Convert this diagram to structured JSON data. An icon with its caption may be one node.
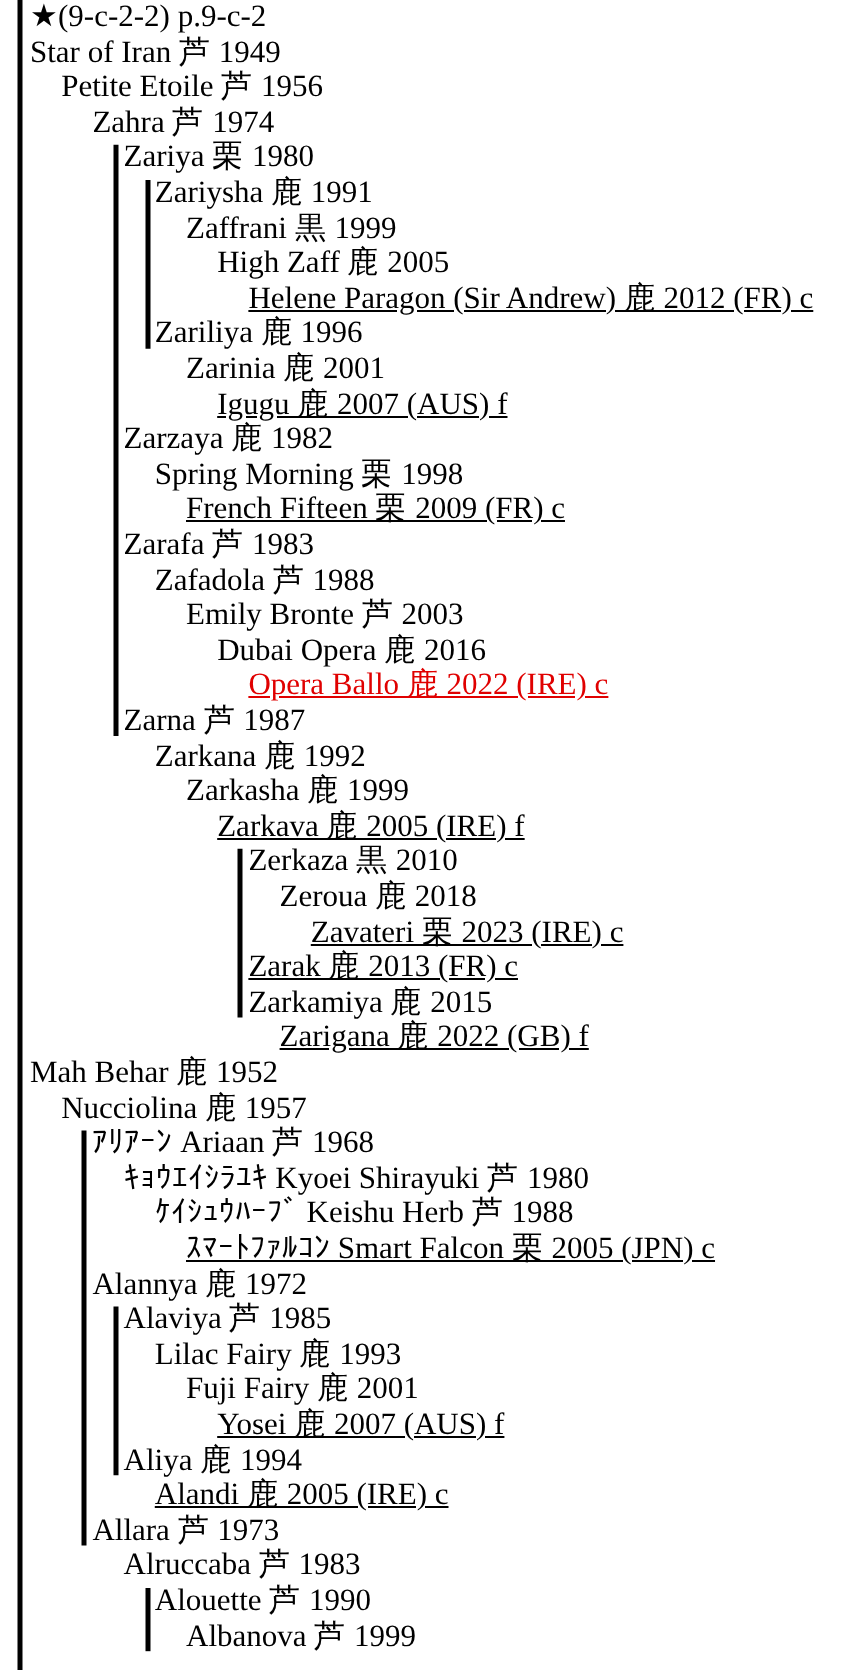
{
  "diagram": {
    "labels": [
      "★(9-c-2-2) p.9-c-2",
      "Star of Iran 芦 1949",
      "Petite Etoile 芦 1956",
      "Zahra 芦 1974",
      "Zariya 栗 1980",
      "Zariysha 鹿 1991",
      "Zaffrani 黒 1999",
      "High Zaff 鹿 2005",
      "Helene Paragon (Sir Andrew) 鹿 2012 (FR) c",
      "Zariliya 鹿 1996",
      "Zarinia 鹿 2001",
      "Igugu 鹿 2007 (AUS) f",
      "Zarzaya 鹿 1982",
      "Spring Morning 栗 1998",
      "French Fifteen 栗 2009 (FR) c",
      "Zarafa 芦 1983",
      "Zafadola 芦 1988",
      "Emily Bronte 芦 2003",
      "Dubai Opera 鹿 2016",
      "Opera Ballo 鹿 2022 (IRE) c",
      "Zarna 芦 1987",
      "Zarkana 鹿 1992",
      "Zarkasha 鹿 1999",
      "Zarkava 鹿 2005 (IRE) f",
      "Zerkaza 黒 2010",
      "Zeroua 鹿 2018",
      "Zavateri 栗 2023 (IRE) c",
      "Zarak 鹿 2013 (FR) c",
      "Zarkamiya 鹿 2015",
      "Zarigana 鹿 2022 (GB) f",
      "Mah Behar 鹿 1952",
      "Nucciolina 鹿 1957",
      "ｱﾘｱｰﾝ Ariaan 芦 1968",
      "ｷｮｳｴｲｼﾗﾕｷ Kyoei Shirayuki 芦 1980",
      "ｹｲｼｭｳﾊｰﾌﾞ Keishu Herb 芦 1988",
      "ｽﾏｰﾄﾌｧﾙｺﾝ Smart Falcon 栗 2005 (JPN) c",
      "Alannya 鹿 1972",
      "Alaviya 芦 1985",
      "Lilac Fairy 鹿 1993",
      "Fuji Fairy 鹿 2001",
      "Yosei 鹿 2007 (AUS) f",
      "Aliya 鹿 1994",
      "Alandi 鹿 2005 (IRE) c",
      "Allara 芦 1973",
      "Alruccaba 芦 1983",
      "Alouette 芦 1990",
      "Albanova 芦 1999"
    ]
  }
}
